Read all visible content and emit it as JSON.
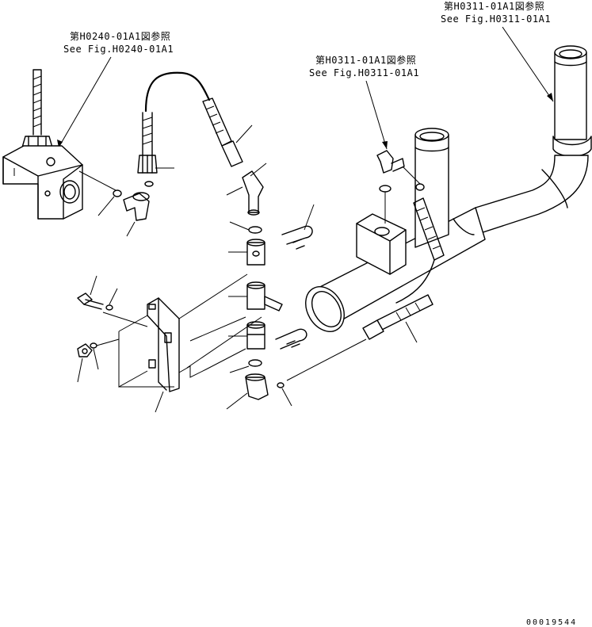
{
  "references": [
    {
      "jp": "第H0240-01A1図参照",
      "en": "See Fig.H0240-01A1"
    },
    {
      "jp": "第H0311-01A1図参照",
      "en": "See Fig.H0311-01A1"
    },
    {
      "jp": "第H0311-01A1図参照",
      "en": "See Fig.H0311-01A1"
    }
  ],
  "drawing_number": "00019544"
}
